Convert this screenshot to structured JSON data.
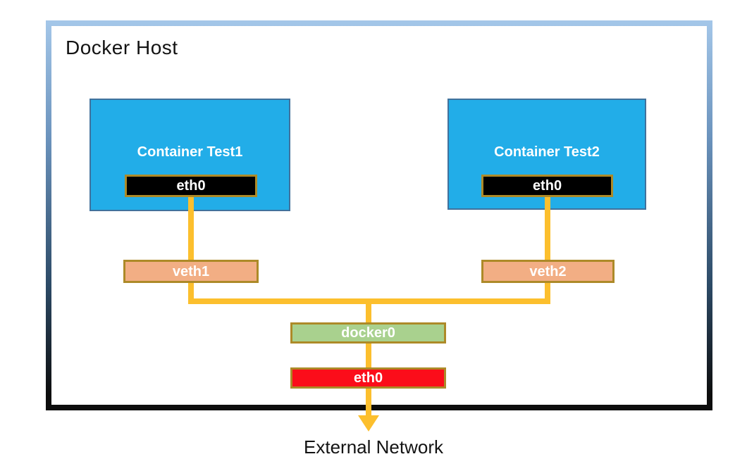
{
  "diagram": {
    "host_label": "Docker Host",
    "container1": {
      "label": "Container Test1",
      "interface": "eth0"
    },
    "container2": {
      "label": "Container Test2",
      "interface": "eth0"
    },
    "veth1_label": "veth1",
    "veth2_label": "veth2",
    "bridge_label": "docker0",
    "host_interface_label": "eth0",
    "external_label": "External Network"
  },
  "colors": {
    "container_fill": "#22ade8",
    "container_border": "#41719c",
    "interface_fill": "#000000",
    "veth_fill": "#f2ae84",
    "bridge_fill": "#a9d18e",
    "host_interface_fill": "#fb0d1a",
    "gold_border": "#ad8a28",
    "connector_line": "#fcbf2d",
    "host_border_gradient_top": "#a4c7e9",
    "host_border_gradient_bottom": "#0d0d0d"
  }
}
